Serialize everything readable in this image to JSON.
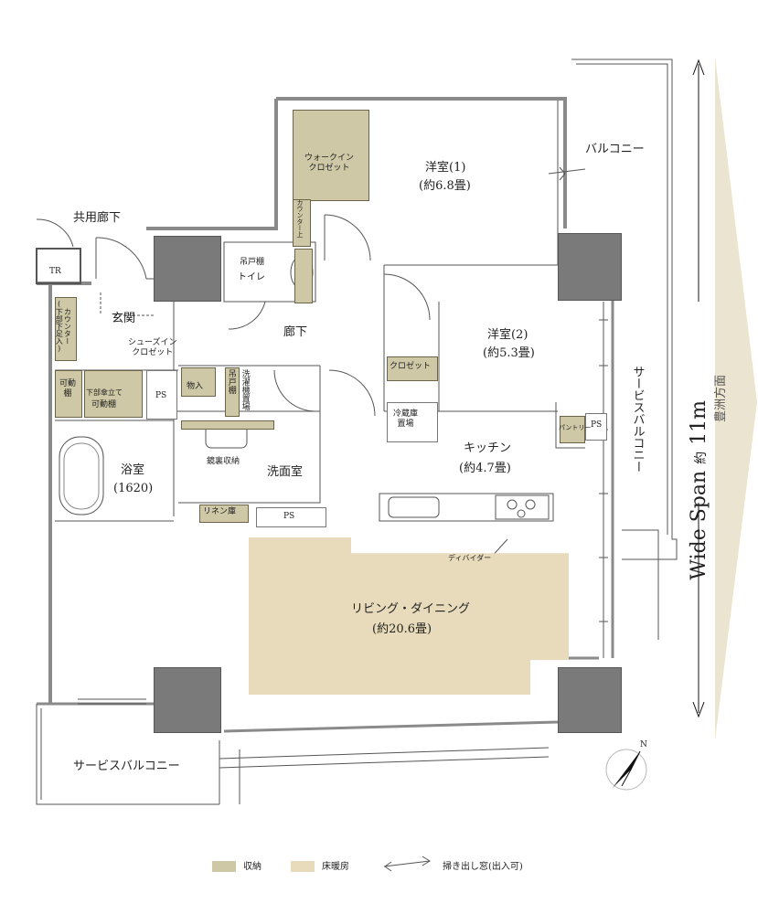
{
  "rooms": {
    "western1_name": "洋室(1)",
    "western1_size": "(約6.8畳)",
    "western2_name": "洋室(2)",
    "western2_size": "(約5.3畳)",
    "kitchen_name": "キッチン",
    "kitchen_size": "(約4.7畳)",
    "living_name": "リビング・ダイニング",
    "living_size": "(約20.6畳)",
    "bath_name": "浴室",
    "bath_size": "(1620)",
    "washroom": "洗面室",
    "entrance": "玄関",
    "hallway": "廊下",
    "toilet": "トイレ",
    "common_corridor": "共用廊下",
    "balcony": "バルコニー",
    "service_balcony_right": "サービスバルコニー",
    "service_balcony_bottom": "サービスバルコニー"
  },
  "storage_labels": {
    "walkin": "ウォークイン\nクロゼット",
    "counter_top": "カウンター上",
    "hanging_shelf_toilet": "吊戸棚",
    "closet": "クロゼット",
    "fridge": "冷蔵庫\n置場",
    "pantry": "パントリー",
    "shoe_in": "シューズイン\nクロゼット",
    "counter_left": "カウンター\n(下部下足入)",
    "movable_shelf_1": "可動棚",
    "umbrella": "下部傘立て",
    "movable_shelf_2": "可動棚",
    "monoire": "物入",
    "hanging_shelf_wash": "吊戸棚",
    "washer": "洗濯機置場",
    "mirror_storage": "鏡裏収納",
    "linen": "リネン庫",
    "divider": "ディバイダー",
    "tr": "TR",
    "ps1": "PS",
    "ps2": "PS",
    "ps3": "PS"
  },
  "span": {
    "text": "Wide Span",
    "approx": "約",
    "value": "11m"
  },
  "direction_label": "豊洲方面",
  "compass_label": "N",
  "legend": {
    "storage_label": "収納",
    "floor_heating_label": "床暖房",
    "window_label": "掃き出し窓(出入可)",
    "storage_color": "#cfc8a6",
    "floor_heating_color": "#e8dbbb"
  }
}
